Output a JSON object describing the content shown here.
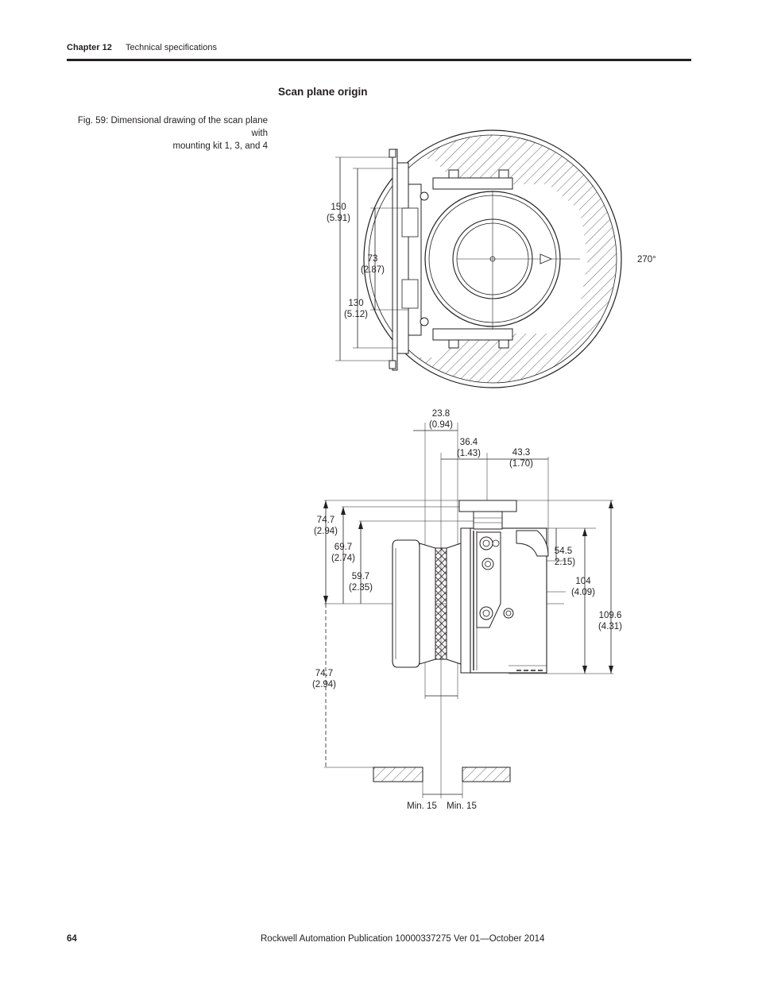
{
  "header": {
    "chapter": "Chapter 12",
    "title": "Technical specifications"
  },
  "section_title": "Scan plane origin",
  "caption": {
    "line1": "Fig. 59: Dimensional drawing of the scan plane with",
    "line2": "mounting kit 1, 3, and 4"
  },
  "top_view": {
    "dim_150": "150",
    "dim_150_in": "(5.91)",
    "dim_73": "73",
    "dim_73_in": "(2.87)",
    "dim_130": "130",
    "dim_130_in": "(5.12)",
    "angle": "270°"
  },
  "side_view": {
    "d23": "23.8",
    "d23_in": "(0.94)",
    "d36": "36.4",
    "d36_in": "(1.43)",
    "d43": "43.3",
    "d43_in": "(1.70)",
    "d747a": "74.7",
    "d747a_in": "(2.94)",
    "d697": "69.7",
    "d697_in": "(2.74)",
    "d597": "59.7",
    "d597_in": "(2.35)",
    "d747b": "74.7",
    "d747b_in": "(2.94)",
    "d545": "54.5",
    "d545_in": "2.15)",
    "d104": "104",
    "d104_in": "(4.09)",
    "d1096": "109.6",
    "d1096_in": "(4.31)",
    "min_left": "Min. 15",
    "min_right": "Min. 15"
  },
  "footer": {
    "page": "64",
    "publication": "Rockwell Automation Publication 10000337275 Ver 01—October 2014"
  }
}
